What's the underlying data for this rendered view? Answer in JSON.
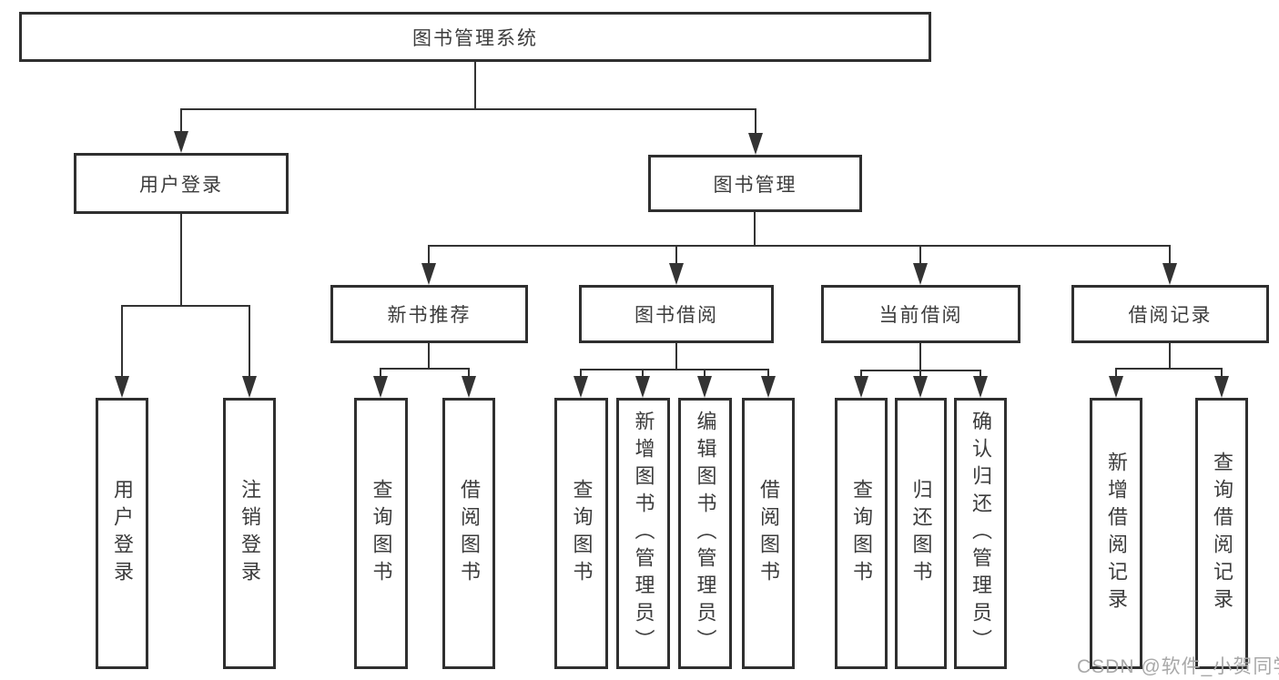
{
  "diagram": {
    "title": "图书管理系统",
    "colors": {
      "line": "#333333",
      "border": "#2f2f2f",
      "text": "#3c3c3c",
      "background": "#ffffff",
      "watermark": "#a8a8a8"
    },
    "nodes": {
      "root": {
        "label": "图书管理系统"
      },
      "user_login": {
        "label": "用户登录"
      },
      "book_mgmt": {
        "label": "图书管理"
      },
      "new_book_rec": {
        "label": "新书推荐"
      },
      "book_borrow": {
        "label": "图书借阅"
      },
      "current_borrow": {
        "label": "当前借阅"
      },
      "borrow_records": {
        "label": "借阅记录"
      },
      "leaf_user_login": {
        "label": "用户登录"
      },
      "leaf_logout": {
        "label": "注销登录"
      },
      "leaf_query_book_rec": {
        "label": "查询图书"
      },
      "leaf_borrow_book_rec": {
        "label": "借阅图书"
      },
      "leaf_query_book_borrow": {
        "label": "查询图书"
      },
      "leaf_add_book": {
        "label": "新增图书（管理员）"
      },
      "leaf_edit_book": {
        "label": "编辑图书（管理员）"
      },
      "leaf_borrow_book": {
        "label": "借阅图书"
      },
      "leaf_query_book_current": {
        "label": "查询图书"
      },
      "leaf_return_book": {
        "label": "归还图书"
      },
      "leaf_confirm_return": {
        "label": "确认归还（管理员）"
      },
      "leaf_add_borrow_record": {
        "label": "新增借阅记录"
      },
      "leaf_query_borrow_record": {
        "label": "查询借阅记录"
      }
    },
    "edges": [
      [
        "图书管理系统",
        "用户登录"
      ],
      [
        "图书管理系统",
        "图书管理"
      ],
      [
        "用户登录",
        "用户登录"
      ],
      [
        "用户登录",
        "注销登录"
      ],
      [
        "图书管理",
        "新书推荐"
      ],
      [
        "图书管理",
        "图书借阅"
      ],
      [
        "图书管理",
        "当前借阅"
      ],
      [
        "图书管理",
        "借阅记录"
      ],
      [
        "新书推荐",
        "查询图书"
      ],
      [
        "新书推荐",
        "借阅图书"
      ],
      [
        "图书借阅",
        "查询图书"
      ],
      [
        "图书借阅",
        "新增图书（管理员）"
      ],
      [
        "图书借阅",
        "编辑图书（管理员）"
      ],
      [
        "图书借阅",
        "借阅图书"
      ],
      [
        "当前借阅",
        "查询图书"
      ],
      [
        "当前借阅",
        "归还图书"
      ],
      [
        "当前借阅",
        "确认归还（管理员）"
      ],
      [
        "借阅记录",
        "新增借阅记录"
      ],
      [
        "借阅记录",
        "查询借阅记录"
      ]
    ],
    "watermark": {
      "text": "CSDN @软件_小贺同学"
    }
  }
}
